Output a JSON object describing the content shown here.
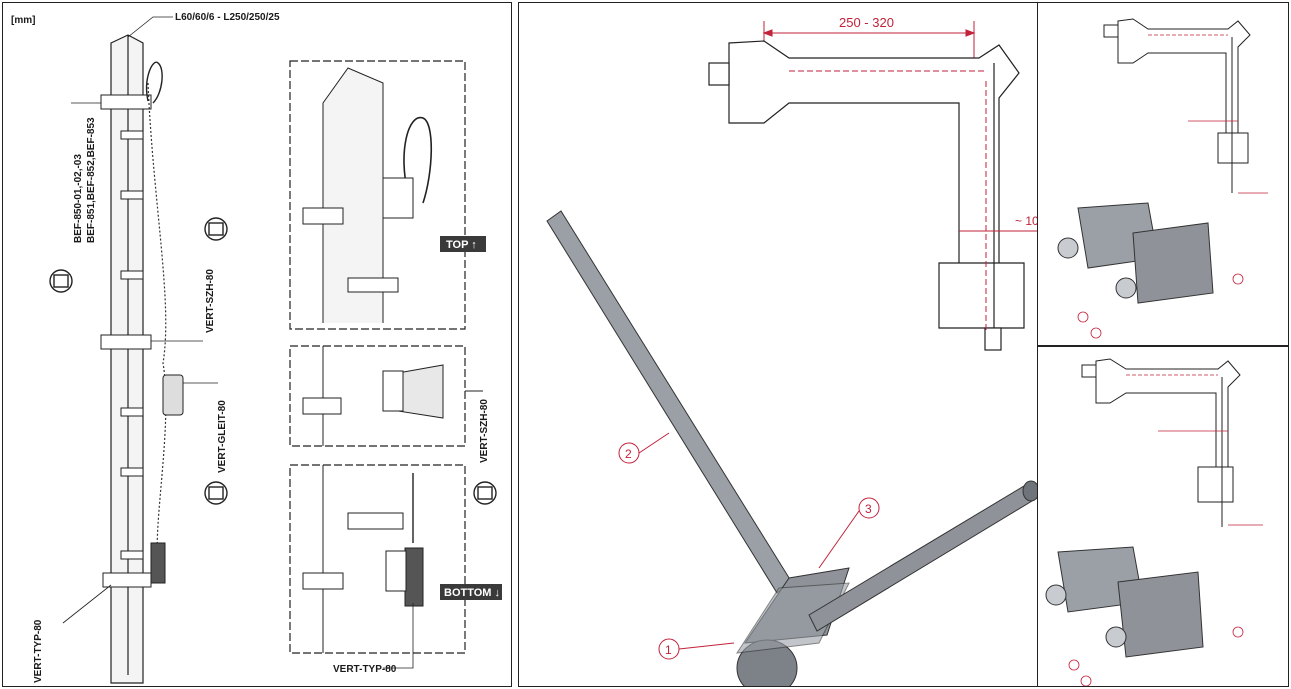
{
  "left_panel": {
    "unit_label": "[mm]",
    "profile_label": "L60/60/6 - L250/250/25",
    "bracket_label_line1": "BEF-850-01,-02,-03",
    "bracket_label_line2": "BEF-851,BEF-852,BEF-853",
    "guide_label": "VERT-SZH-80",
    "glider_label": "VERT-GLEIT-80",
    "tensioner_label": "VERT-TYP-80",
    "detail_top_tag": "TOP ↑",
    "detail_mid_label": "VERT-SZH-80",
    "detail_bottom_tag": "BOTTOM ↓",
    "detail_bottom_label": "VERT-TYP-80"
  },
  "center_panel": {
    "dimension_top": "250 - 320",
    "dimension_side": "~ 10",
    "callout_1": "1",
    "callout_2": "2",
    "callout_3": "3"
  },
  "colors": {
    "dimension_red": "#c2223a",
    "tag_bg": "#3a3a3a",
    "line_dark": "#222222",
    "metal_grey": "#8f9399"
  }
}
